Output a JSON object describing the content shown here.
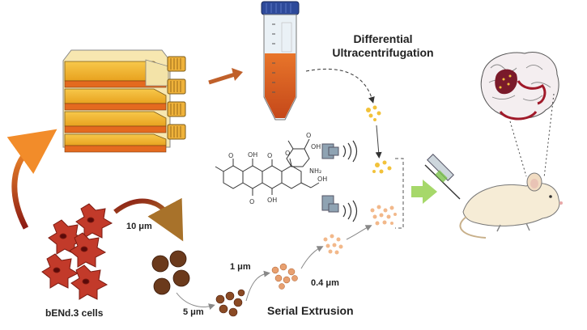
{
  "labels": {
    "differential_line1": "Differential",
    "differential_line2": "Ultracentrifugation",
    "serial_extrusion": "Serial Extrusion",
    "cells": "bENd.3 cells",
    "size_10um": "10 μm",
    "size_5um": "5 μm",
    "size_1um": "1 μm",
    "size_04um": "0.4 μm"
  },
  "molecule": {
    "oh1": "OH",
    "oh2": "OH",
    "oh3": "OH",
    "oh4": "OH",
    "o1": "O",
    "o2": "O",
    "o3": "O",
    "o4": "O",
    "o5": "O",
    "nh2": "NH₂"
  },
  "colors": {
    "flask_orange": "#e46a1f",
    "flask_yellow": "#f4bb2a",
    "cell_red": "#c23a2a",
    "vesicle_brown": "#6b3a1c",
    "arrow_brown": "#c0602a",
    "injection_green": "#a6d86a"
  }
}
